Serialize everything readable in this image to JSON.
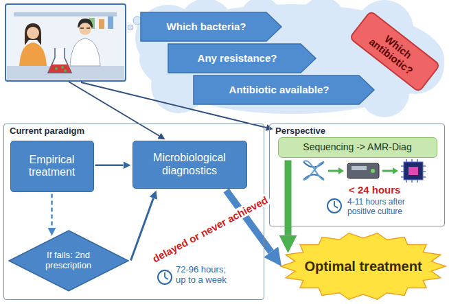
{
  "diagram": {
    "nodes": [
      {
        "text": [
          "Which bacteria?"
        ]
      },
      {
        "text": [
          "Any resistance?"
        ]
      },
      {
        "text": [
          "Antibiotic available?"
        ]
      },
      {
        "text": [
          "Which antibiotic?"
        ]
      },
      {
        "text": [
          "Current paradigm"
        ]
      },
      {
        "text": [
          "Empirical treatment"
        ],
        "in": 4
      },
      {
        "text": [
          "Microbiological diagnostics"
        ],
        "in": 4
      },
      {
        "text": [
          "If fails: 2nd prescription"
        ],
        "in": 4
      },
      {
        "text": [
          "Perspective"
        ]
      },
      {
        "text": [
          "Sequencing -> AMR-Diag"
        ],
        "in": 8
      },
      {
        "text": [
          "Optimal treatment"
        ]
      }
    ],
    "edges": [
      {
        "from": 5,
        "to": 6,
        "arrow": "to"
      },
      {
        "from": 5,
        "to": 7,
        "arrow": "to"
      },
      {
        "from": 7,
        "to": 6,
        "arrow": "to"
      },
      {
        "from": 6,
        "to": 10,
        "label": "delayed or never achieved",
        "arrow": "to"
      },
      {
        "from": 9,
        "to": 10,
        "arrow": "to"
      }
    ],
    "labels": [
      "72-96 hours; up to a week",
      "< 24 hours",
      "4-11 hours after positive culture"
    ]
  }
}
